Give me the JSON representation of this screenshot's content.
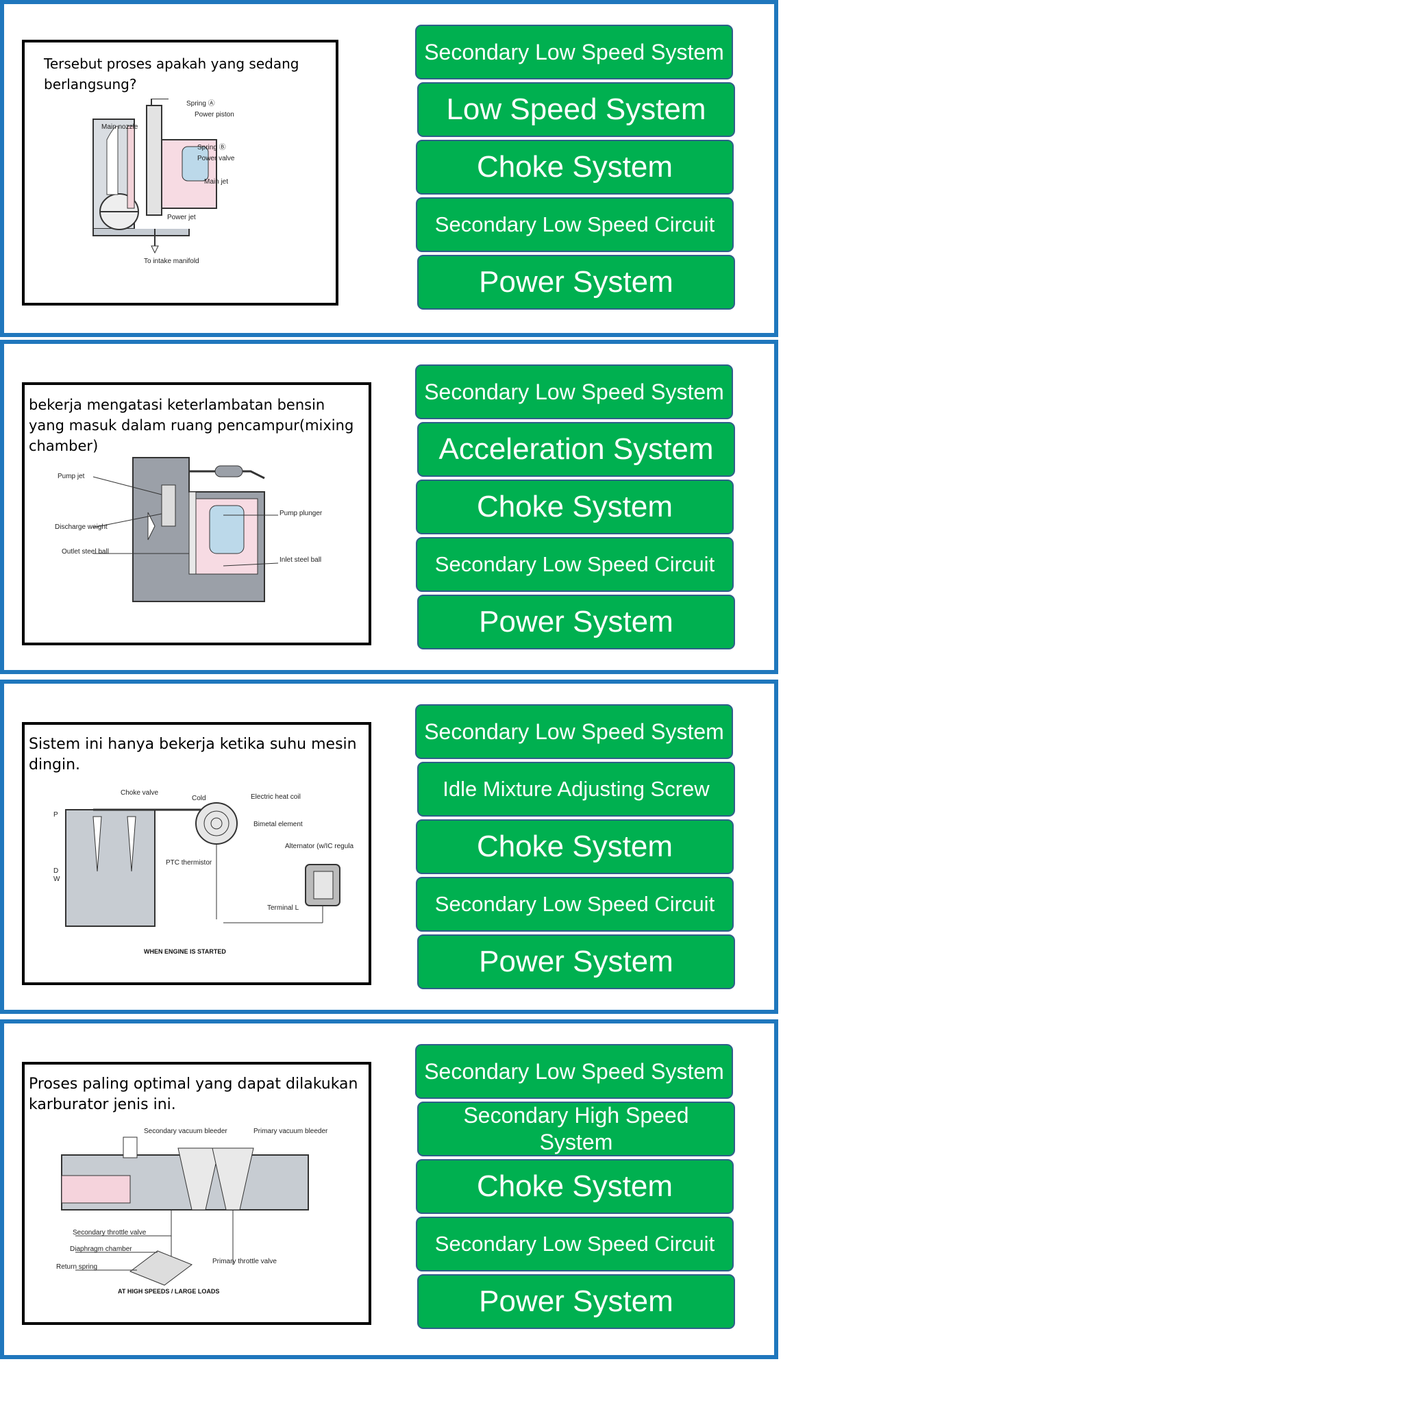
{
  "questions": [
    {
      "prompt": "Tersebut  proses apakah yang sedang berlangsung?",
      "diagram_labels": [
        "Spring Ⓐ",
        "Power piston",
        "Main nozzle",
        "Spring Ⓑ",
        "Power valve",
        "Main jet",
        "Power jet",
        "To intake manifold"
      ],
      "options": [
        "Secondary  Low Speed System",
        "Low Speed System",
        "Choke System",
        "Secondary  Low Speed Circuit",
        "Power System"
      ]
    },
    {
      "prompt": "bekerja mengatasi keterlambatan bensin yang masuk dalam ruang pencampur(mixing chamber)",
      "diagram_labels": [
        "Pump jet",
        "Discharge weight",
        "Outlet steel ball",
        "Pump plunger",
        "Inlet steel ball"
      ],
      "options": [
        "Secondary  Low Speed System",
        "Acceleration System",
        "Choke System",
        "Secondary  Low Speed Circuit",
        "Power System"
      ]
    },
    {
      "prompt": "Sistem ini hanya bekerja  ketika suhu mesin dingin.",
      "diagram_labels": [
        "Choke valve",
        "Cold",
        "Electric heat coil",
        "Bimetal element",
        "Alternator (w/IC regulator)",
        "PTC thermistor",
        "Terminal L",
        "P",
        "D",
        "W",
        "WHEN ENGINE IS STARTED"
      ],
      "options": [
        "Secondary  Low Speed System",
        "Idle Mixture Adjusting Screw",
        "Choke System",
        "Secondary  Low Speed Circuit",
        "Power System"
      ]
    },
    {
      "prompt": "Proses paling optimal yang dapat dilakukan karburator jenis ini.",
      "diagram_labels": [
        "Secondary vacuum bleeder",
        "Primary vacuum bleeder",
        "Secondary throttle valve",
        "Diaphragm chamber",
        "Return spring",
        "Primary throttle valve",
        "AT HIGH SPEEDS / LARGE LOADS"
      ],
      "options": [
        "Secondary  Low Speed System",
        "Secondary  High Speed System",
        "Choke System",
        "Secondary  Low Speed Circuit",
        "Power System"
      ]
    }
  ],
  "colors": {
    "border": "#1f77bd",
    "option_fill": "#00b050",
    "option_border": "#2f5f8a",
    "option_text": "#ffffff"
  }
}
